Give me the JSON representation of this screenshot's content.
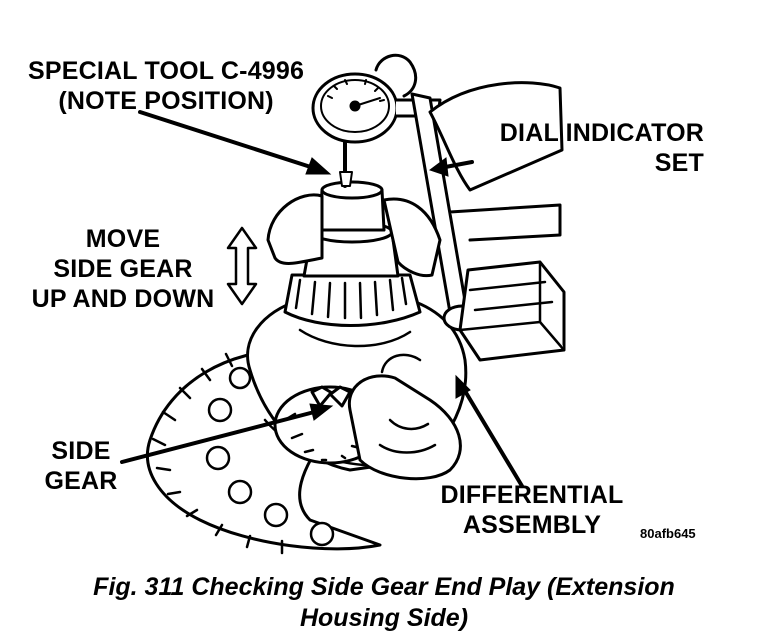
{
  "labels": {
    "special_tool": [
      "SPECIAL TOOL C-4996",
      "(NOTE POSITION)"
    ],
    "dial_indicator": [
      "DIAL INDICATOR",
      "SET"
    ],
    "move_side_gear": [
      "MOVE",
      "SIDE GEAR",
      "UP AND DOWN"
    ],
    "side_gear": [
      "SIDE",
      "GEAR"
    ],
    "differential_assembly": [
      "DIFFERENTIAL",
      "ASSEMBLY"
    ]
  },
  "figure_code": "80afb645",
  "caption": [
    "Fig. 311 Checking Side Gear End Play (Extension",
    "Housing Side)"
  ]
}
